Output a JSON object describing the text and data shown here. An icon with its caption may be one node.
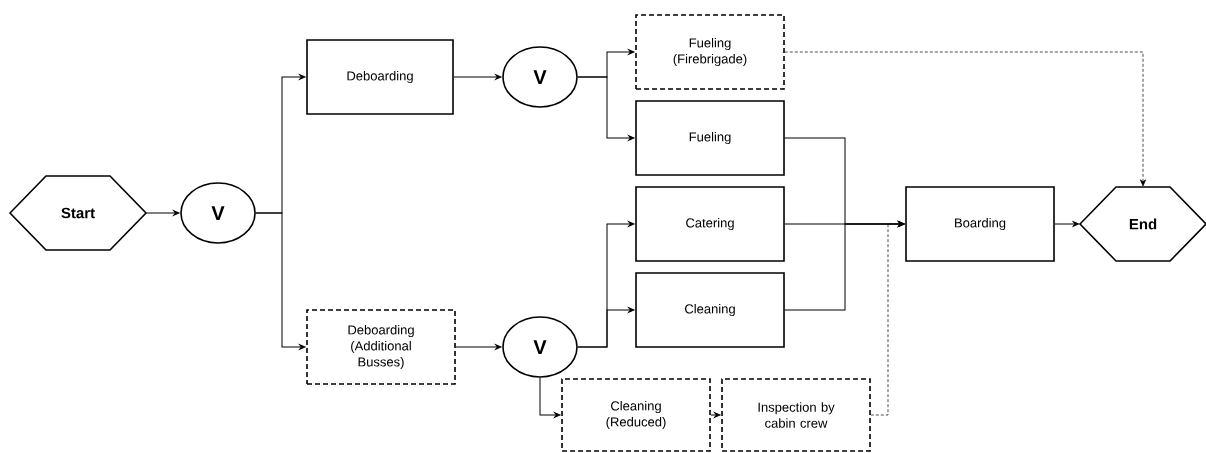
{
  "diagram": {
    "nodes": [
      {
        "text": [
          "Start"
        ]
      },
      {
        "text": [
          "V"
        ]
      },
      {
        "text": [
          "Deboarding"
        ]
      },
      {
        "text": [
          "Deboarding (Additional Busses)"
        ]
      },
      {
        "text": [
          "V"
        ]
      },
      {
        "text": [
          "V"
        ]
      },
      {
        "text": [
          "Fueling (Firebrigade)"
        ]
      },
      {
        "text": [
          "Fueling"
        ]
      },
      {
        "text": [
          "Catering"
        ]
      },
      {
        "text": [
          "Cleaning"
        ]
      },
      {
        "text": [
          "Cleaning (Reduced)"
        ]
      },
      {
        "text": [
          "Inspection by cabin crew"
        ]
      },
      {
        "text": [
          "Boarding"
        ]
      },
      {
        "text": [
          "End"
        ]
      }
    ],
    "edges": [
      {
        "from": 0,
        "to": 1,
        "arrow": "to"
      },
      {
        "from": 1,
        "to": 2,
        "arrow": "to"
      },
      {
        "from": 1,
        "to": 3,
        "arrow": "to"
      },
      {
        "from": 2,
        "to": 4,
        "arrow": "to"
      },
      {
        "from": 3,
        "to": 5,
        "arrow": "to"
      },
      {
        "from": 4,
        "to": 6,
        "arrow": "to"
      },
      {
        "from": 4,
        "to": 7,
        "arrow": "to"
      },
      {
        "from": 5,
        "to": 8,
        "arrow": "to"
      },
      {
        "from": 5,
        "to": 9,
        "arrow": "to"
      },
      {
        "from": 5,
        "to": 10,
        "arrow": "to"
      },
      {
        "from": 10,
        "to": 11,
        "arrow": "to"
      },
      {
        "from": 6,
        "to": 13,
        "arrow": "to",
        "style": "dashed"
      },
      {
        "from": 7,
        "to": 12,
        "arrow": "to"
      },
      {
        "from": 8,
        "to": 12,
        "arrow": "to"
      },
      {
        "from": 9,
        "to": 12,
        "arrow": "to"
      },
      {
        "from": 11,
        "to": 12,
        "arrow": "to",
        "style": "dashed"
      },
      {
        "from": 12,
        "to": 13,
        "arrow": "to"
      }
    ]
  }
}
